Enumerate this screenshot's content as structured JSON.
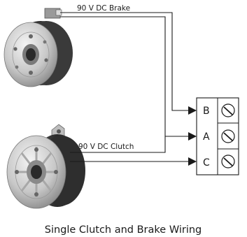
{
  "wires": {
    "brake_label": "90 V DC Brake",
    "clutch_label": "90 V DC Clutch"
  },
  "terminal_block": {
    "terminals": [
      "B",
      "A",
      "C"
    ]
  },
  "caption": "Single Clutch and Brake Wiring"
}
